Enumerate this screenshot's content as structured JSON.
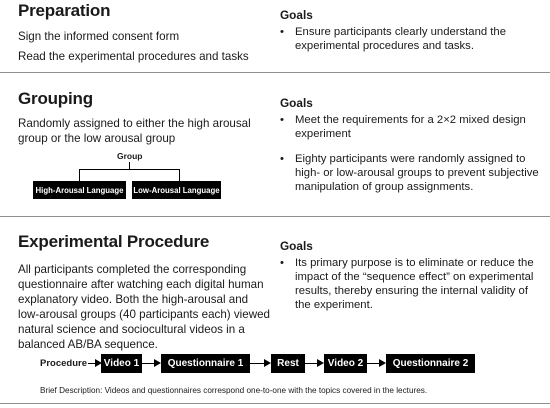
{
  "preparation": {
    "heading": "Preparation",
    "lines": [
      "Sign the informed consent form",
      "Read the experimental procedures and tasks"
    ],
    "goals_label": "Goals",
    "goals": [
      "Ensure participants clearly understand the experimental procedures and tasks."
    ]
  },
  "grouping": {
    "heading": "Grouping",
    "text": "Randomly assigned to either the high arousal group or the low arousal group",
    "group_label": "Group",
    "group_options": [
      "High-Arousal Language",
      "Low-Arousal Language"
    ],
    "goals_label": "Goals",
    "goals": [
      "Meet the requirements for a 2×2 mixed design experiment",
      "Eighty participants were randomly assigned to high- or low-arousal groups to prevent subjective manipulation of group assignments."
    ]
  },
  "procedure": {
    "heading": "Experimental Procedure",
    "text": "All participants completed the corresponding questionnaire after watching each digital human explanatory video. Both the high-arousal and low-arousal groups (40 participants each) viewed natural science and sociocultural videos in a balanced AB/BA sequence.",
    "goals_label": "Goals",
    "goals": [
      "Its primary purpose is to eliminate or reduce the impact of the “sequence effect” on experimental results, thereby ensuring the internal validity of the experiment."
    ],
    "flow_label": "Procedure",
    "steps": [
      "Video 1",
      "Questionnaire 1",
      "Rest",
      "Video 2",
      "Questionnaire 2"
    ],
    "brief": "Brief Description: Videos and questionnaires correspond one-to-one with the topics covered in the lectures."
  },
  "bullet_glyph": "•"
}
